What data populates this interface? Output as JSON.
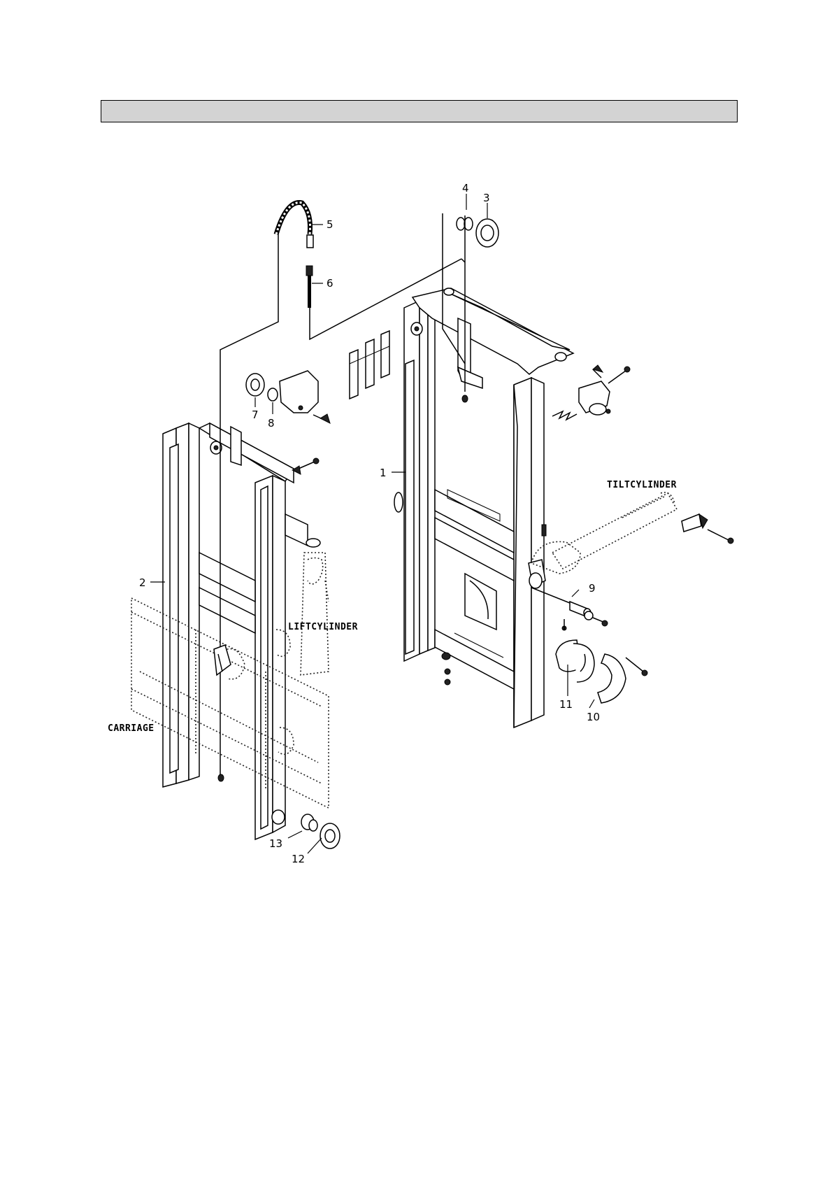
{
  "header": {
    "title": ""
  },
  "callouts": {
    "c1": "1",
    "c2": "2",
    "c3": "3",
    "c4": "4",
    "c5": "5",
    "c6": "6",
    "c7": "7",
    "c8": "8",
    "c9": "9",
    "c10": "10",
    "c11": "11",
    "c12": "12",
    "c13": "13"
  },
  "labels": {
    "tilt_cylinder": "TILTCYLINDER",
    "lift_cylinder": "LIFTCYLINDER",
    "carriage": "CARRIAGE"
  }
}
